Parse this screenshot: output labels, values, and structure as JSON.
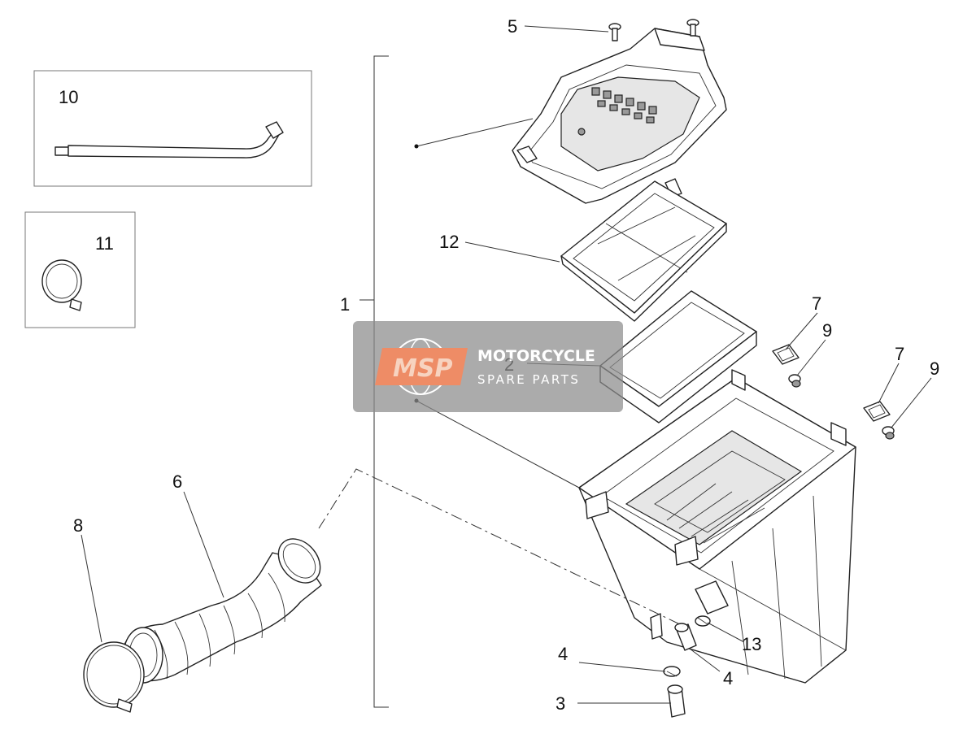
{
  "callouts": [
    {
      "id": "1",
      "label": "1"
    },
    {
      "id": "2",
      "label": "2"
    },
    {
      "id": "3",
      "label": "3"
    },
    {
      "id": "4a",
      "label": "4"
    },
    {
      "id": "4b",
      "label": "4"
    },
    {
      "id": "5",
      "label": "5"
    },
    {
      "id": "6",
      "label": "6"
    },
    {
      "id": "7a",
      "label": "7"
    },
    {
      "id": "7b",
      "label": "7"
    },
    {
      "id": "8",
      "label": "8"
    },
    {
      "id": "9a",
      "label": "9"
    },
    {
      "id": "9b",
      "label": "9"
    },
    {
      "id": "10",
      "label": "10"
    },
    {
      "id": "11",
      "label": "11"
    },
    {
      "id": "12",
      "label": "12"
    },
    {
      "id": "13",
      "label": "13"
    }
  ],
  "watermark": {
    "logo_text": "MSP",
    "line1": "MOTORCYCLE",
    "line2": "SPARE PARTS",
    "accent_color": "#e8602c"
  }
}
